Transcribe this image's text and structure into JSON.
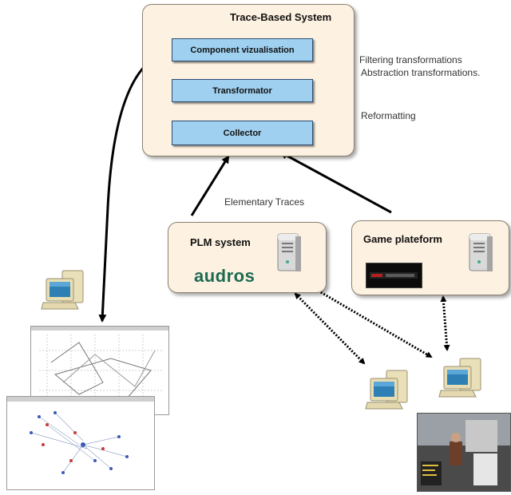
{
  "trace_system": {
    "title": "Trace-Based System",
    "components": [
      "Component vizualisation",
      "Transformator",
      "Collector"
    ]
  },
  "annotations": {
    "filtering": "Filtering transformations",
    "abstraction": "Abstraction transformations.",
    "reformatting": "Reformatting",
    "elementary_traces": "Elementary Traces"
  },
  "plm": {
    "title": "PLM system",
    "logo": "audros"
  },
  "game": {
    "title": "Game plateform"
  },
  "icons": {
    "server": "server-icon",
    "computer": "computer-icon"
  },
  "colors": {
    "panel_fill": "#fdf1e1",
    "component_fill": "#9fd0f0",
    "component_border": "#2b4c70",
    "audros_green": "#1d6b52"
  }
}
